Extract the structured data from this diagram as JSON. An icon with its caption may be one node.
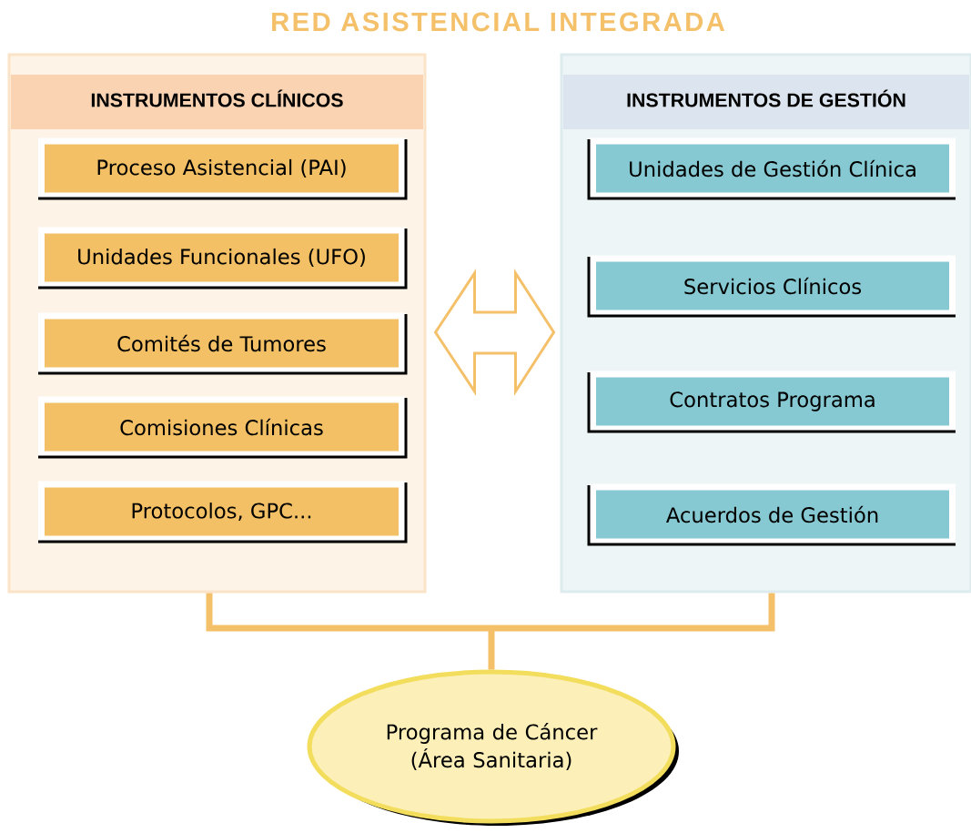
{
  "diagram": {
    "title": "RED ASISTENCIAL INTEGRADA",
    "nodes": [
      {
        "text": [
          "INSTRUMENTOS CLÍNICOS"
        ]
      },
      {
        "text": [
          "Proceso Asistencial (PAI)"
        ],
        "in": 0
      },
      {
        "text": [
          "Unidades Funcionales (UFO)"
        ],
        "in": 0
      },
      {
        "text": [
          "Comités de Tumores"
        ],
        "in": 0
      },
      {
        "text": [
          "Comisiones Clínicas"
        ],
        "in": 0
      },
      {
        "text": [
          "Protocolos, GPC..."
        ],
        "in": 0
      },
      {
        "text": [
          "INSTRUMENTOS DE GESTIÓN"
        ]
      },
      {
        "text": [
          "Unidades de Gestión Clínica"
        ],
        "in": 6
      },
      {
        "text": [
          "Servicios Clínicos"
        ],
        "in": 6
      },
      {
        "text": [
          "Contratos Programa"
        ],
        "in": 6
      },
      {
        "text": [
          "Acuerdos de Gestión"
        ],
        "in": 6
      },
      {
        "text": [
          "Programa de Cáncer (Área Sanitaria)"
        ]
      }
    ],
    "edges": [
      {
        "from": 0,
        "to": 6,
        "arrow": "both"
      },
      {
        "from": 0,
        "to": 11,
        "arrow": "none"
      },
      {
        "from": 6,
        "to": 11,
        "arrow": "none"
      }
    ]
  }
}
